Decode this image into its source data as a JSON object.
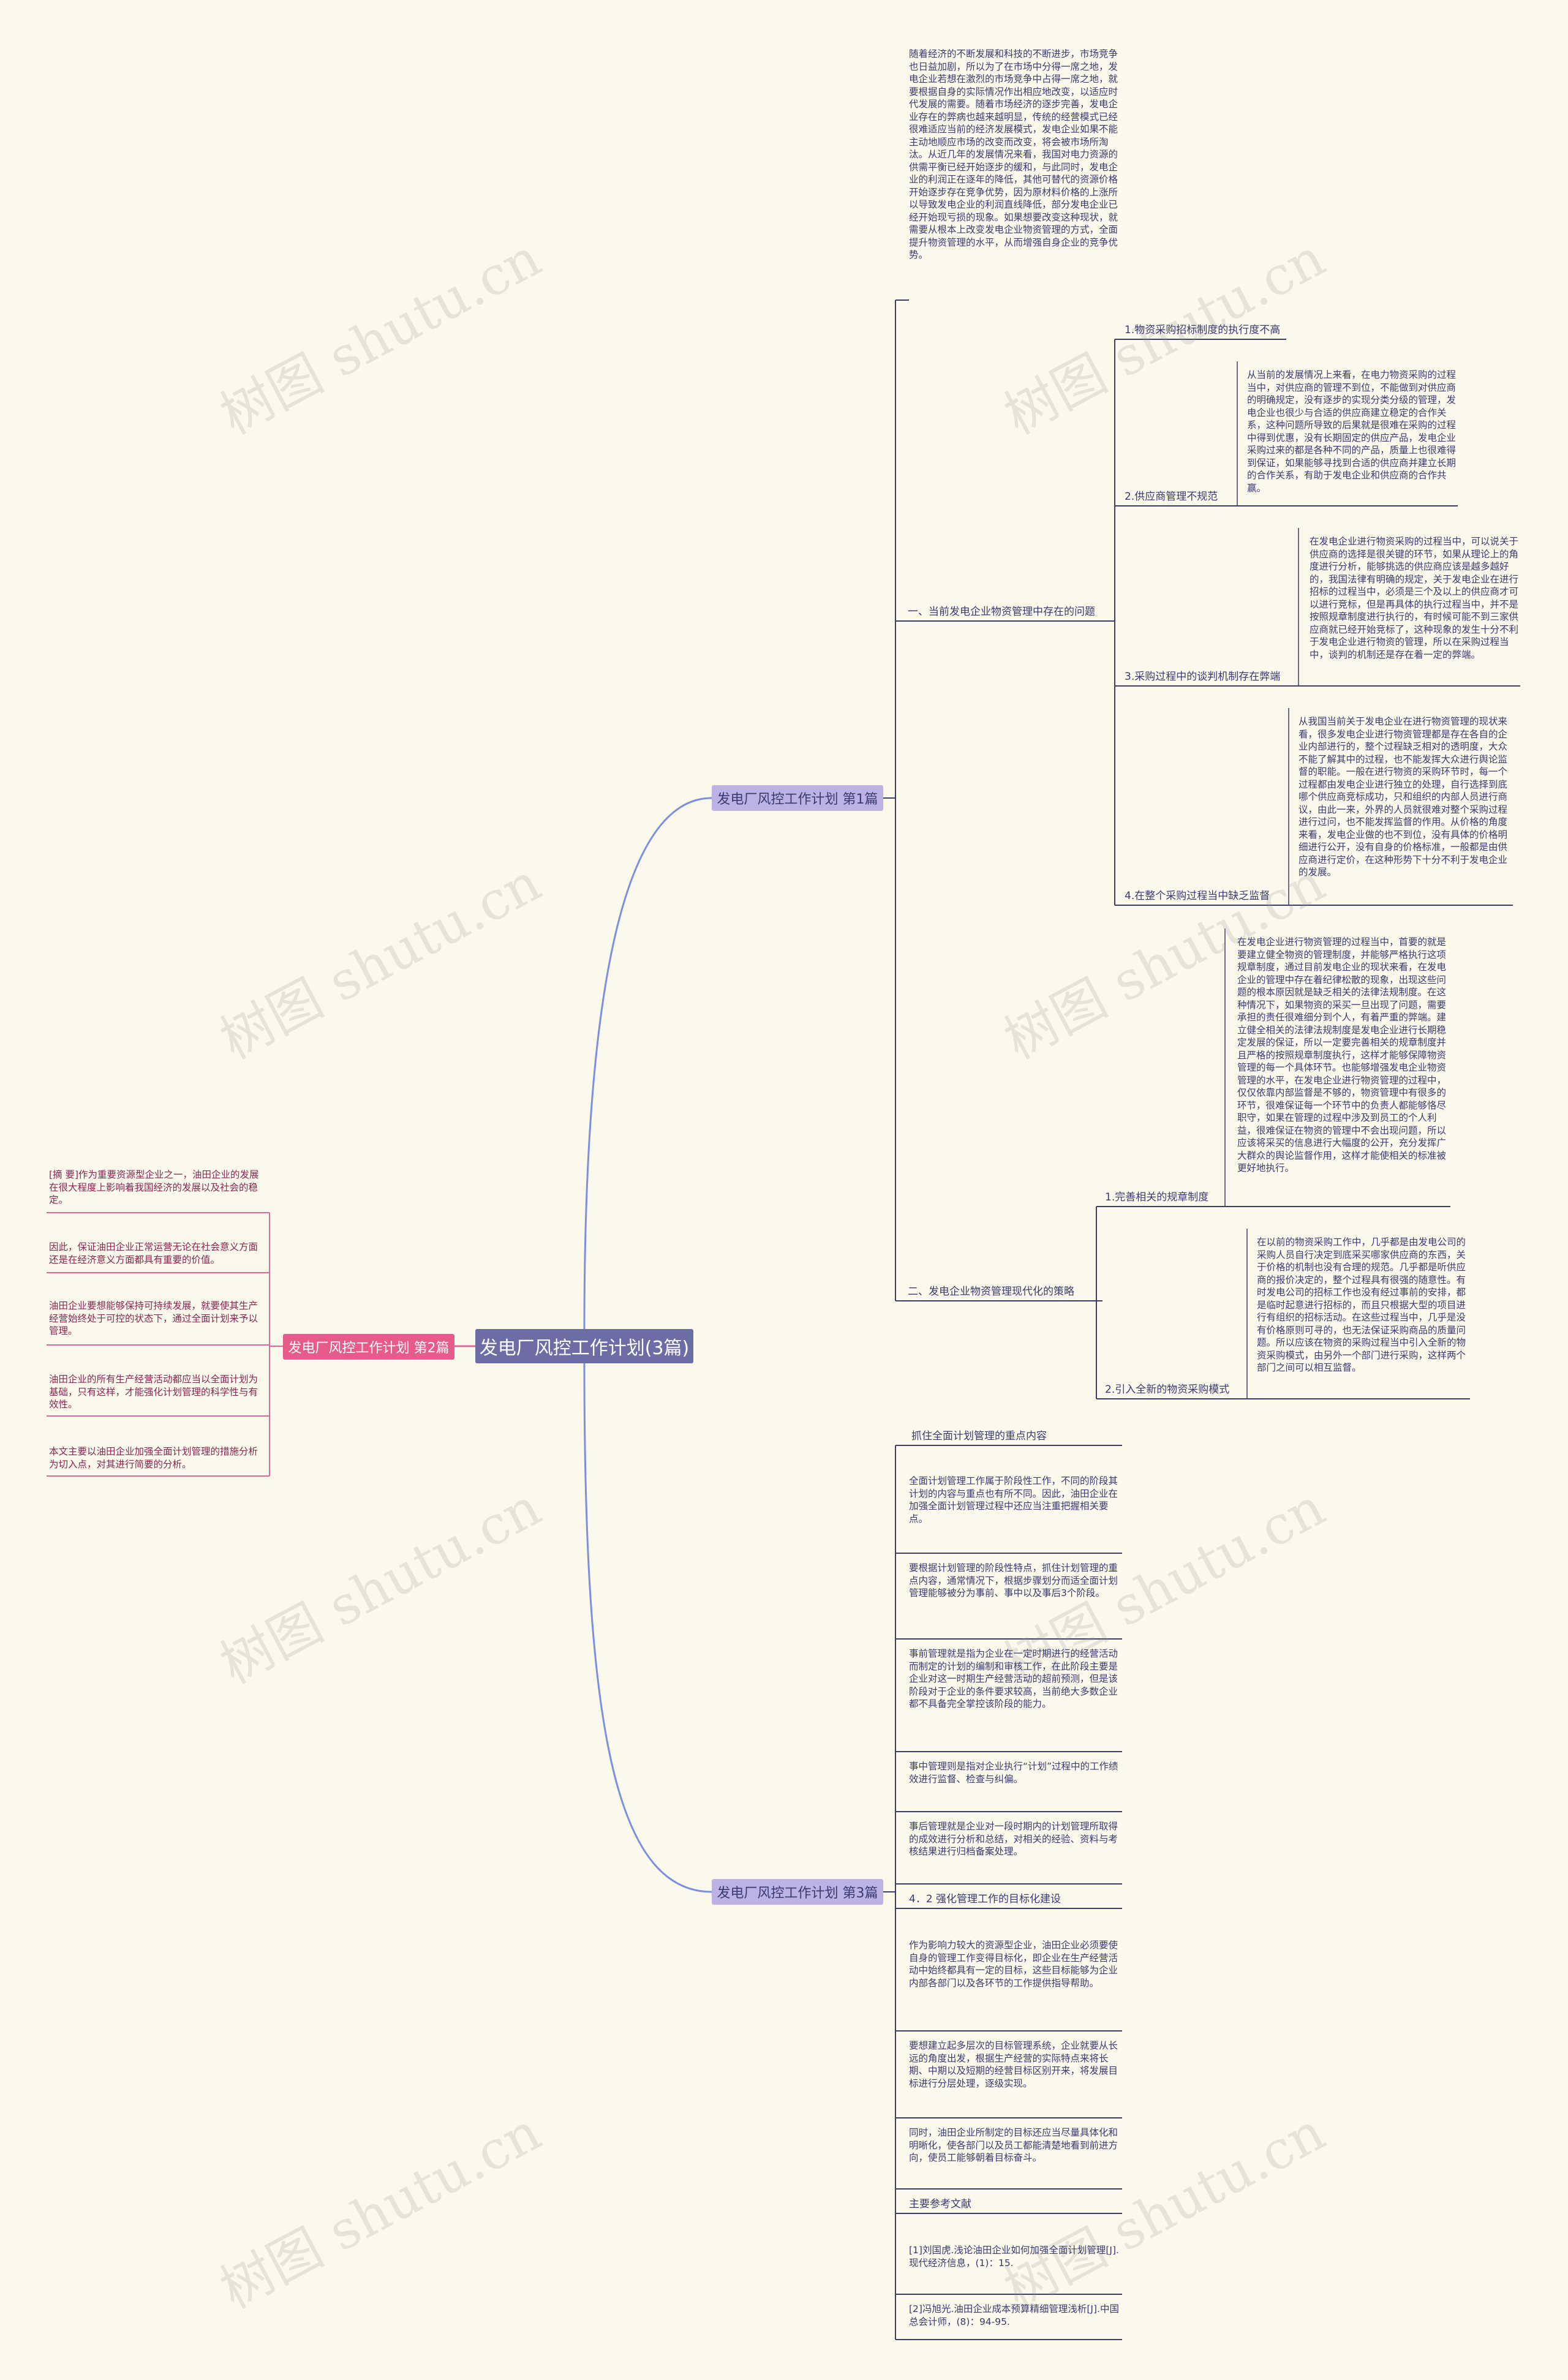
{
  "root": "发电厂风控工作计划(3篇)",
  "watermark": "树图 shutu.cn",
  "colors": {
    "root": "#6d6da6",
    "branch_purple": "#bcb2e3",
    "branch_pink": "#e65a8c",
    "link_blue": "#7f8fe0",
    "link_pink": "#d86a9a",
    "line_dark": "#3d3d66"
  },
  "b1": {
    "title": "发电厂风控工作计划 第1篇",
    "intro": "随着经济的不断发展和科技的不断进步，市场竞争也日益加剧，所以为了在市场中分得一席之地，发电企业若想在激烈的市场竞争中占得一席之地，就要根据自身的实际情况作出相应地改变，以适应时代发展的需要。随着市场经济的逐步完善，发电企业存在的弊病也越来越明显，传统的经营模式已经很难适应当前的经济发展模式，发电企业如果不能主动地顺应市场的改变而改变，将会被市场所淘汰。从近几年的发展情况来看，我国对电力资源的供需平衡已经开始逐步的缓和，与此同时，发电企业的利润正在逐年的降低，其他可替代的资源价格开始逐步存在竞争优势，因为原材料价格的上涨所以导致发电企业的利润直线降低，部分发电企业已经开始现亏损的现象。如果想要改变这种现状，就需要从根本上改变发电企业物资管理的方式，全面提升物资管理的水平，从而增强自身企业的竞争优势。",
    "s1": {
      "label": "一、当前发电企业物资管理中存在的问题",
      "items": [
        {
          "label": "1.物资采购招标制度的执行度不高",
          "text": ""
        },
        {
          "label": "2.供应商管理不规范",
          "text": "从当前的发展情况上来看，在电力物资采购的过程当中，对供应商的管理不到位，不能做到对供应商的明确规定，没有逐步的实现分类分级的管理，发电企业也很少与合适的供应商建立稳定的合作关系，这种问题所导致的后果就是很难在采购的过程中得到优惠，没有长期固定的供应产品，发电企业采购过来的都是各种不同的产品，质量上也很难得到保证，如果能够寻找到合适的供应商并建立长期的合作关系，有助于发电企业和供应商的合作共赢。"
        },
        {
          "label": "3.采购过程中的谈判机制存在弊端",
          "text": "在发电企业进行物资采购的过程当中，可以说关于供应商的选择是很关键的环节，如果从理论上的角度进行分析，能够挑选的供应商应该是越多越好的，我国法律有明确的规定，关于发电企业在进行招标的过程当中，必须是三个及以上的供应商才可以进行竞标，但是再具体的执行过程当中，并不是按照规章制度进行执行的，有时候可能不到三家供应商就已经开始竞标了，这种现象的发生十分不利于发电企业进行物资的管理，所以在采购过程当中，谈判的机制还是存在着一定的弊端。"
        },
        {
          "label": "4.在整个采购过程当中缺乏监督",
          "text": "从我国当前关于发电企业在进行物资管理的现状来看，很多发电企业进行物资管理都是存在各自的企业内部进行的，整个过程缺乏相对的透明度，大众不能了解其中的过程，也不能发挥大众进行舆论监督的职能。一般在进行物资的采购环节时，每一个过程都由发电企业进行独立的处理，自行选择到底哪个供应商竞标成功，只和组织的内部人员进行商议，由此一来，外界的人员就很难对整个采购过程进行过问，也不能发挥监督的作用。从价格的角度来看，发电企业做的也不到位，没有具体的价格明细进行公开，没有自身的价格标准，一般都是由供应商进行定价，在这种形势下十分不利于发电企业的发展。"
        }
      ]
    },
    "s2": {
      "label": "二、发电企业物资管理现代化的策略",
      "items": [
        {
          "label": "1.完善相关的规章制度",
          "text": "在发电企业进行物资管理的过程当中，首要的就是要建立健全物资的管理制度，并能够严格执行这项规章制度，通过目前发电企业的现状来看，在发电企业的管理中存在着纪律松散的现象，出现这些问题的根本原因就是缺乏相关的法律法规制度。在这种情况下，如果物资的采买一旦出现了问题，需要承担的责任很难细分到个人，有着严重的弊端。建立健全相关的法律法规制度是发电企业进行长期稳定发展的保证，所以一定要完善相关的规章制度并且严格的按照规章制度执行，这样才能够保障物资管理的每一个具体环节。也能够增强发电企业物资管理的水平，在发电企业进行物资管理的过程中，仅仅依靠内部监督是不够的，物资管理中有很多的环节，很难保证每一个环节中的负责人都能够恪尽职守，如果在管理的过程中涉及到员工的个人利益，很难保证在物资的管理中不会出现问题，所以应该将采买的信息进行大幅度的公开，充分发挥广大群众的舆论监督作用，这样才能使相关的标准被更好地执行。"
        },
        {
          "label": "2.引入全新的物资采购模式",
          "text": "在以前的物资采购工作中，几乎都是由发电公司的采购人员自行决定到底采买哪家供应商的东西，关于价格的机制也没有合理的规范。几乎都是听供应商的报价决定的，整个过程具有很强的随意性。有时发电公司的招标工作也没有经过事前的安排，都是临时起意进行招标的，而且只根据大型的项目进行有组织的招标活动。在这些过程当中，几乎是没有价格原则可寻的，也无法保证采购商品的质量问题。所以应该在物资的采购过程当中引入全新的物资采购模式，由另外一个部门进行采购，这样两个部门之间可以相互监督。"
        }
      ]
    }
  },
  "b2": {
    "title": "发电厂风控工作计划 第2篇",
    "notes": [
      "[摘 要]作为重要资源型企业之一，油田企业的发展在很大程度上影响着我国经济的发展以及社会的稳定。",
      "因此，保证油田企业正常运营无论在社会意义方面还是在经济意义方面都具有重要的价值。",
      "油田企业要想能够保持可持续发展，就要使其生产经营始终处于可控的状态下，通过全面计划来予以管理。",
      "油田企业的所有生产经营活动都应当以全面计划为基础，只有这样，才能强化计划管理的科学性与有效性。",
      "本文主要以油田企业加强全面计划管理的措施分析为切入点，对其进行简要的分析。"
    ]
  },
  "b3": {
    "title": "发电厂风控工作计划 第3篇",
    "items": [
      {
        "kind": "label",
        "text": "抓住全面计划管理的重点内容"
      },
      {
        "kind": "para",
        "text": "全面计划管理工作属于阶段性工作，不同的阶段其计划的内容与重点也有所不同。因此，油田企业在加强全面计划管理过程中还应当注重把握相关要点。"
      },
      {
        "kind": "para",
        "text": "要根据计划管理的阶段性特点，抓住计划管理的重点内容，通常情况下，根据步骤划分而适全面计划管理能够被分为事前、事中以及事后3个阶段。"
      },
      {
        "kind": "para",
        "text": "事前管理就是指为企业在一定时期进行的经营活动而制定的计划的编制和审核工作，在此阶段主要是企业对这一时期生产经营活动的超前预测，但是该阶段对于企业的条件要求较高，当前绝大多数企业都不具备完全掌控该阶段的能力。"
      },
      {
        "kind": "para",
        "text": "事中管理则是指对企业执行“计划”过程中的工作绩效进行监督、检查与纠偏。"
      },
      {
        "kind": "para",
        "text": "事后管理就是企业对一段时期内的计划管理所取得的成效进行分析和总结，对相关的经验、资料与考核结果进行归档备案处理。"
      },
      {
        "kind": "label",
        "text": "4．2 强化管理工作的目标化建设"
      },
      {
        "kind": "para",
        "text": "作为影响力较大的资源型企业，油田企业必须要使自身的管理工作变得目标化，即企业在生产经营活动中始终都具有一定的目标，这些目标能够为企业内部各部门以及各环节的工作提供指导帮助。"
      },
      {
        "kind": "para",
        "text": "要想建立起多层次的目标管理系统，企业就要从长远的角度出发，根据生产经营的实际特点来将长期、中期以及短期的经营目标区别开来，将发展目标进行分层处理，逐级实现。"
      },
      {
        "kind": "para",
        "text": "同时，油田企业所制定的目标还应当尽量具体化和明晰化，使各部门以及员工都能清楚地看到前进方向，使员工能够朝着目标奋斗。"
      },
      {
        "kind": "label",
        "text": "主要参考文献"
      },
      {
        "kind": "para",
        "text": "[1]刘国虎.浅论油田企业如何加强全面计划管理[J].现代经济信息，(1)：15."
      },
      {
        "kind": "para",
        "text": "[2]冯旭光.油田企业成本预算精细管理浅析[J].中国总会计师，(8)：94-95."
      }
    ]
  }
}
